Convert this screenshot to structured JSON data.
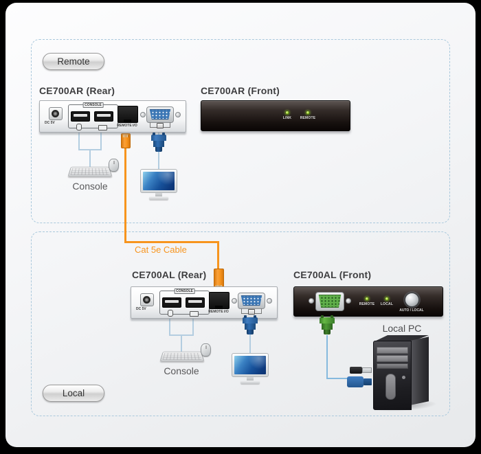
{
  "sections": {
    "remote": {
      "label": "Remote"
    },
    "local": {
      "label": "Local"
    }
  },
  "devices": {
    "ce700ar_rear": {
      "title": "CE700AR (Rear)"
    },
    "ce700ar_front": {
      "title": "CE700AR (Front)",
      "led_link": "LINK",
      "led_remote": "REMOTE"
    },
    "ce700al_rear": {
      "title": "CE700AL (Rear)"
    },
    "ce700al_front": {
      "title": "CE700AL (Front)",
      "led_remote": "REMOTE",
      "led_local": "LOCAL",
      "button": "AUTO / LOCAL"
    }
  },
  "rear_ports": {
    "console": "CONSOLE",
    "remote_io": "REMOTE I/O",
    "power": "DC 5V"
  },
  "cable": {
    "label": "Cat 5e Cable",
    "color": "#F7941D"
  },
  "peripherals": {
    "remote_console": "Console",
    "local_console": "Console",
    "local_pc": "Local PC"
  },
  "colors": {
    "dashed_border": "#A9C8DC",
    "cable_orange": "#F7941D",
    "led_green": "#9ACD32",
    "vga_blue": "#3C77B5",
    "vga_green": "#5FAE4A",
    "front_device_black": "#16100E"
  }
}
